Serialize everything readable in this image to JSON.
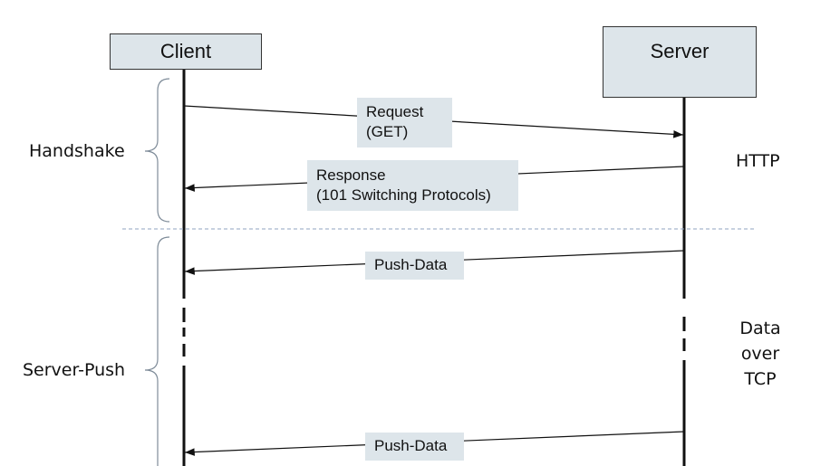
{
  "participants": {
    "client": "Client",
    "server": "Server"
  },
  "phases": {
    "handshake": "Handshake",
    "server_push": "Server-Push"
  },
  "protocols": {
    "http": "HTTP",
    "tcp": [
      "Data",
      "over",
      "TCP"
    ]
  },
  "messages": {
    "request": [
      "Request",
      "(GET)"
    ],
    "response": [
      "Response",
      "(101 Switching Protocols)"
    ],
    "push_data_1": "Push-Data",
    "push_data_2": "Push-Data"
  },
  "colors": {
    "label_fill": "#dde5ea",
    "divider": "#8fa3c0",
    "brace": "#7f8c99"
  }
}
